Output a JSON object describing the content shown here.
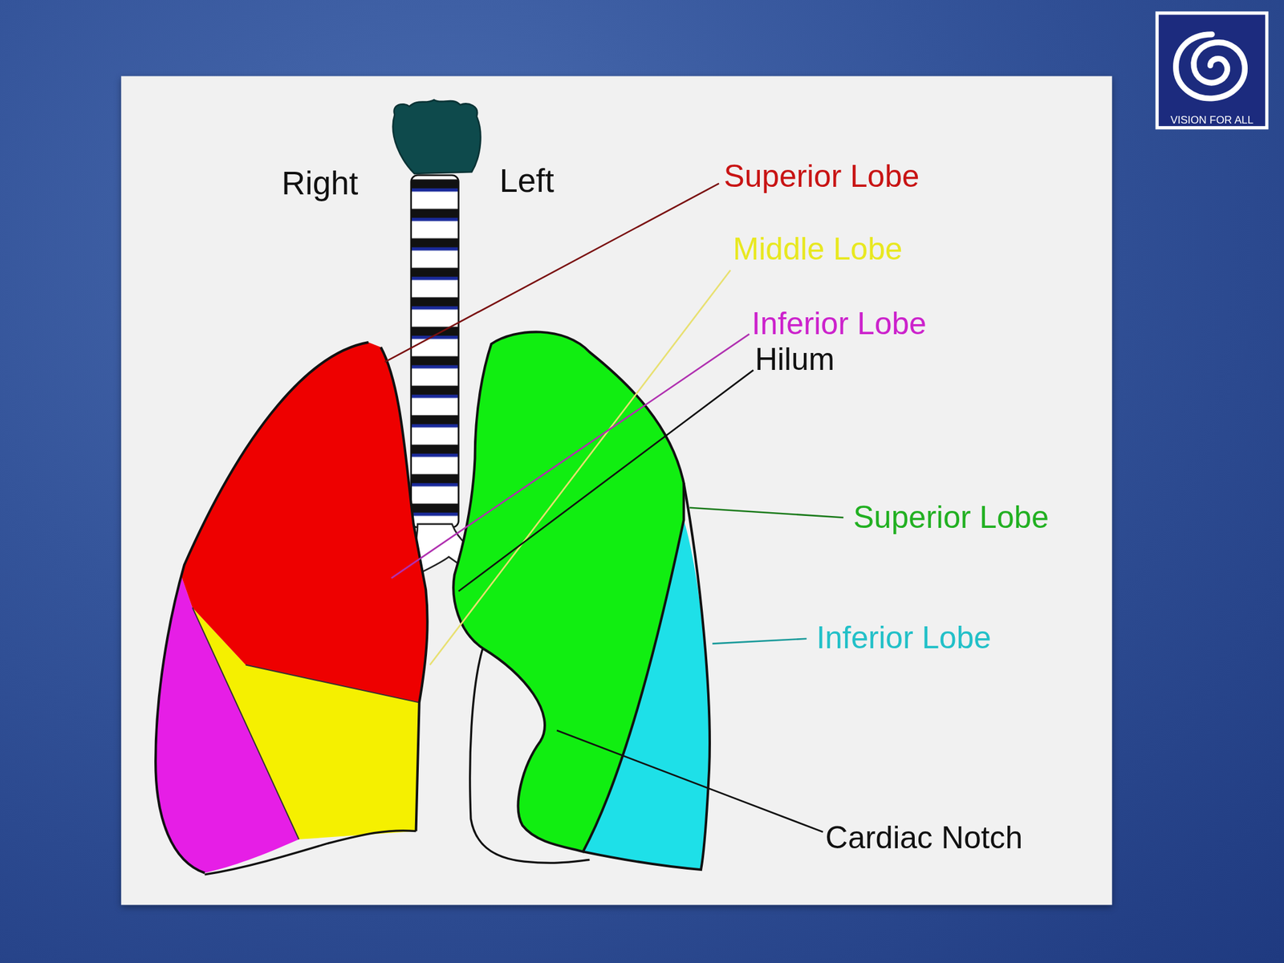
{
  "diagram": {
    "labels": [
      "Right",
      "Left",
      "Superior Lobe",
      "Middle Lobe",
      "Inferior Lobe",
      "Hilum",
      "Superior Lobe",
      "Inferior Lobe",
      "Cardiac Notch",
      "VISION FOR ALL"
    ]
  }
}
